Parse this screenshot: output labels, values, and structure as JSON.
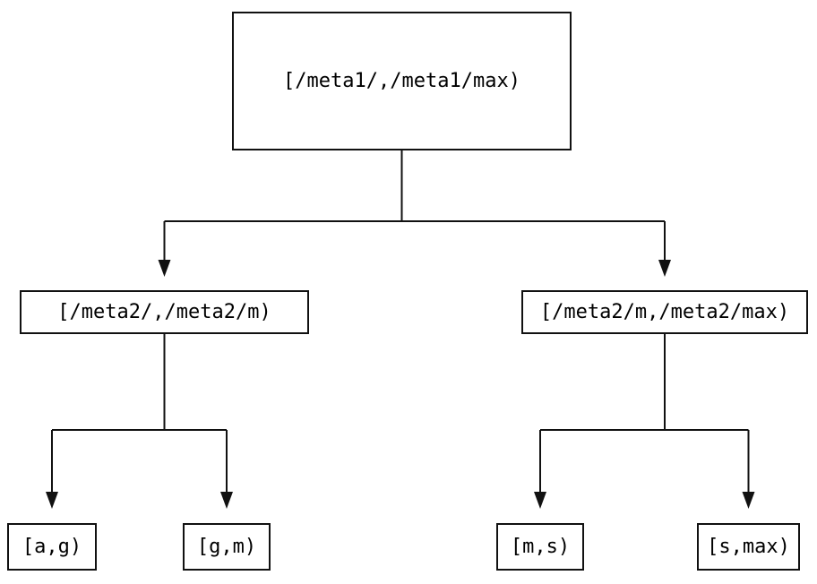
{
  "diagram": {
    "type": "tree",
    "nodes": {
      "root": {
        "label": "[/meta1/,/meta1/max)"
      },
      "left": {
        "label": "[/meta2/,/meta2/m)"
      },
      "right": {
        "label": "[/meta2/m,/meta2/max)"
      },
      "leaf_ag": {
        "label": "[a,g)"
      },
      "leaf_gm": {
        "label": "[g,m)"
      },
      "leaf_ms": {
        "label": "[m,s)"
      },
      "leaf_smax": {
        "label": "[s,max)"
      }
    },
    "edges": [
      {
        "from": "root",
        "to": "left"
      },
      {
        "from": "root",
        "to": "right"
      },
      {
        "from": "left",
        "to": "leaf_ag"
      },
      {
        "from": "left",
        "to": "leaf_gm"
      },
      {
        "from": "right",
        "to": "leaf_ms"
      },
      {
        "from": "right",
        "to": "leaf_smax"
      }
    ],
    "colors": {
      "background": "#ffffff",
      "line": "#111111",
      "box_border": "#111111",
      "text": "#000000"
    }
  }
}
